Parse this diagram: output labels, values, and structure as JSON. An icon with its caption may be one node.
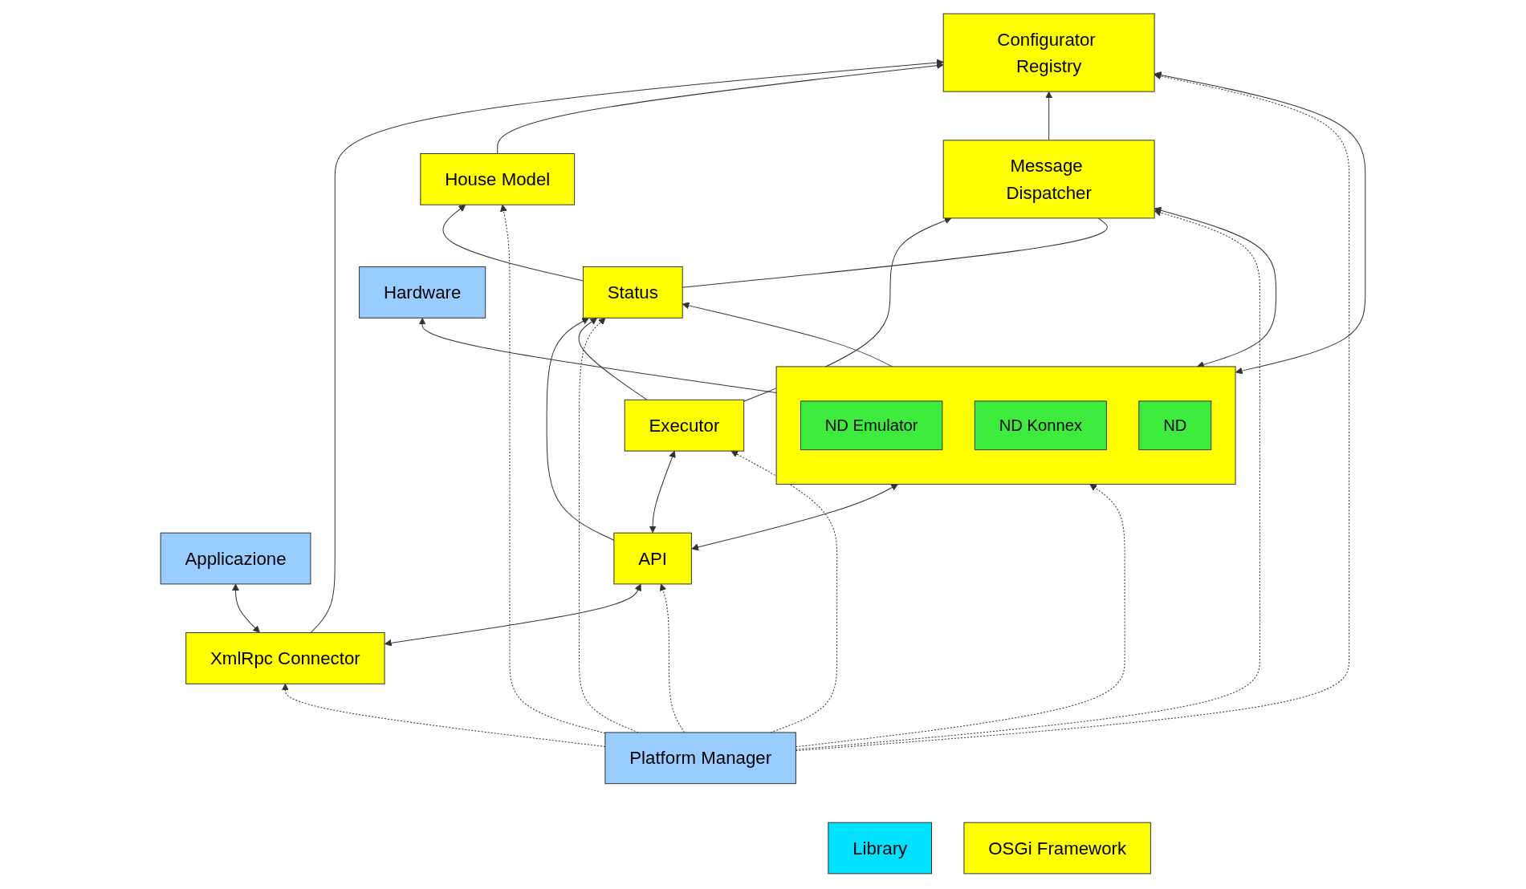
{
  "diagram": {
    "nodes": [
      {
        "text": [
          "Applicazione"
        ]
      },
      {
        "text": [
          "XmlRpc Connector"
        ]
      },
      {
        "text": [
          "API"
        ]
      },
      {
        "text": [
          "House Model"
        ]
      },
      {
        "text": [
          "Configurator Registry"
        ]
      },
      {
        "text": [
          "Status"
        ]
      },
      {
        "text": [
          "Executor"
        ]
      },
      {
        "text": [
          "Message Dispatcher"
        ]
      },
      {
        "text": [],
        "shape": "box"
      },
      {
        "text": [
          "ND Emulator"
        ],
        "in": 8
      },
      {
        "text": [
          "ND Konnex"
        ],
        "in": 8
      },
      {
        "text": [
          "ND"
        ],
        "in": 8
      },
      {
        "text": [
          "Hardware"
        ]
      },
      {
        "text": [
          "Library"
        ]
      },
      {
        "text": [
          "Platform Manager"
        ]
      },
      {
        "text": [
          "OSGi Framework"
        ]
      }
    ],
    "edges": [
      {
        "from": 1,
        "to": 0,
        "arrow": "both"
      },
      {
        "from": 1,
        "to": 2,
        "arrow": "both"
      },
      {
        "from": 1,
        "to": 4,
        "arrow": "to"
      },
      {
        "from": 2,
        "to": 8,
        "arrow": "both"
      },
      {
        "from": 8,
        "to": 12,
        "arrow": "to"
      },
      {
        "from": 2,
        "to": 5,
        "arrow": "to"
      },
      {
        "from": 5,
        "to": 3,
        "arrow": "to"
      },
      {
        "from": 3,
        "to": 4,
        "arrow": "to"
      },
      {
        "from": 2,
        "to": 6,
        "arrow": "both"
      },
      {
        "from": 6,
        "to": 5,
        "arrow": "to"
      },
      {
        "from": 6,
        "to": 7,
        "arrow": "to"
      },
      {
        "from": 5,
        "to": 7,
        "arrow": "none"
      },
      {
        "from": 8,
        "to": 7,
        "arrow": "both"
      },
      {
        "from": 8,
        "to": 5,
        "arrow": "to"
      },
      {
        "from": 7,
        "to": 4,
        "arrow": "to"
      },
      {
        "from": 8,
        "to": 4,
        "arrow": "both"
      },
      {
        "from": 14,
        "to": 1,
        "arrow": "to",
        "style": "dashed"
      },
      {
        "from": 14,
        "to": 2,
        "arrow": "to",
        "style": "dashed"
      },
      {
        "from": 14,
        "to": 5,
        "arrow": "to",
        "style": "dashed"
      },
      {
        "from": 14,
        "to": 3,
        "arrow": "to",
        "style": "dashed"
      },
      {
        "from": 14,
        "to": 4,
        "arrow": "to",
        "style": "dashed"
      },
      {
        "from": 14,
        "to": 6,
        "arrow": "to",
        "style": "dashed"
      },
      {
        "from": 14,
        "to": 7,
        "arrow": "to",
        "style": "dashed"
      },
      {
        "from": 14,
        "to": 8,
        "arrow": "to",
        "style": "dashed"
      }
    ]
  }
}
